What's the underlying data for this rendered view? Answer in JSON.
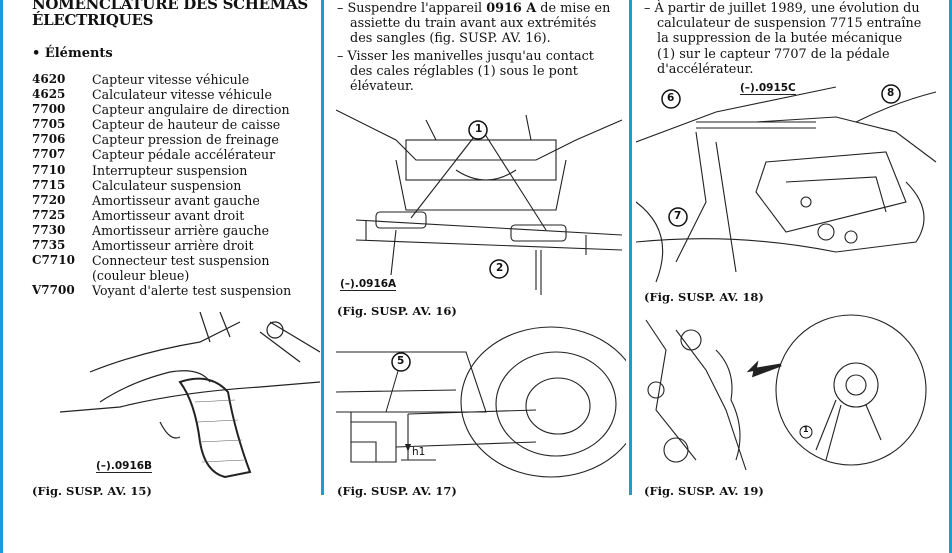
{
  "left": {
    "title_line1": "NOMENCLATURE DES SCHEMAS",
    "title_line2": "ÉLECTRIQUES",
    "subtitle": "• Éléments",
    "items": [
      {
        "code": "4620",
        "label": "Capteur vitesse véhicule"
      },
      {
        "code": "4625",
        "label": "Calculateur vitesse véhicule"
      },
      {
        "code": "7700",
        "label": "Capteur angulaire de direction"
      },
      {
        "code": "7705",
        "label": "Capteur de hauteur de caisse"
      },
      {
        "code": "7706",
        "label": "Capteur pression de freinage"
      },
      {
        "code": "7707",
        "label": "Capteur pédale accélérateur"
      },
      {
        "code": "7710",
        "label": "Interrupteur suspension"
      },
      {
        "code": "7715",
        "label": "Calculateur suspension"
      },
      {
        "code": "7720",
        "label": "Amortisseur avant gauche"
      },
      {
        "code": "7725",
        "label": "Amortisseur avant droit"
      },
      {
        "code": "7730",
        "label": "Amortisseur arrière gauche"
      },
      {
        "code": "7735",
        "label": "Amortisseur arrière droit"
      },
      {
        "code": "C7710",
        "label": "Connecteur test suspension"
      },
      {
        "code": "",
        "label": "(couleur bleue)"
      },
      {
        "code": "V7700",
        "label": "Voyant d'alerte test suspension"
      }
    ],
    "fig15_tool": "(–).0916B",
    "fig15_caption": "(Fig. SUSP. AV. 15)"
  },
  "middle": {
    "para1_a": "– Suspendre l'appareil ",
    "para1_b": "0916 A",
    "para1_c": " de mise en assiette du train avant aux extrémités des sangles (fig. SUSP. AV. 16).",
    "para2": "– Visser les manivelles jusqu'au contact des cales réglables (1) sous le pont élévateur.",
    "fig16_tool": "(–).0916A",
    "fig16_label1": "1",
    "fig16_label2": "2",
    "fig16_caption": "(Fig. SUSP. AV. 16)",
    "fig17_label5": "5",
    "fig17_h1": "h1",
    "fig17_caption": "(Fig. SUSP. AV. 17)"
  },
  "right": {
    "para1": "– À partir de juillet 1989, une évolution du calculateur de suspension 7715 entraîne la suppression de la butée mécanique (1) sur le capteur 7707 de la pédale d'accélérateur.",
    "fig18_tool": "(–).0915C",
    "fig18_label6": "6",
    "fig18_label7": "7",
    "fig18_label8": "8",
    "fig18_caption": "(Fig. SUSP. AV. 18)",
    "fig19_label1": "1",
    "fig19_caption": "(Fig. SUSP. AV. 19)"
  }
}
